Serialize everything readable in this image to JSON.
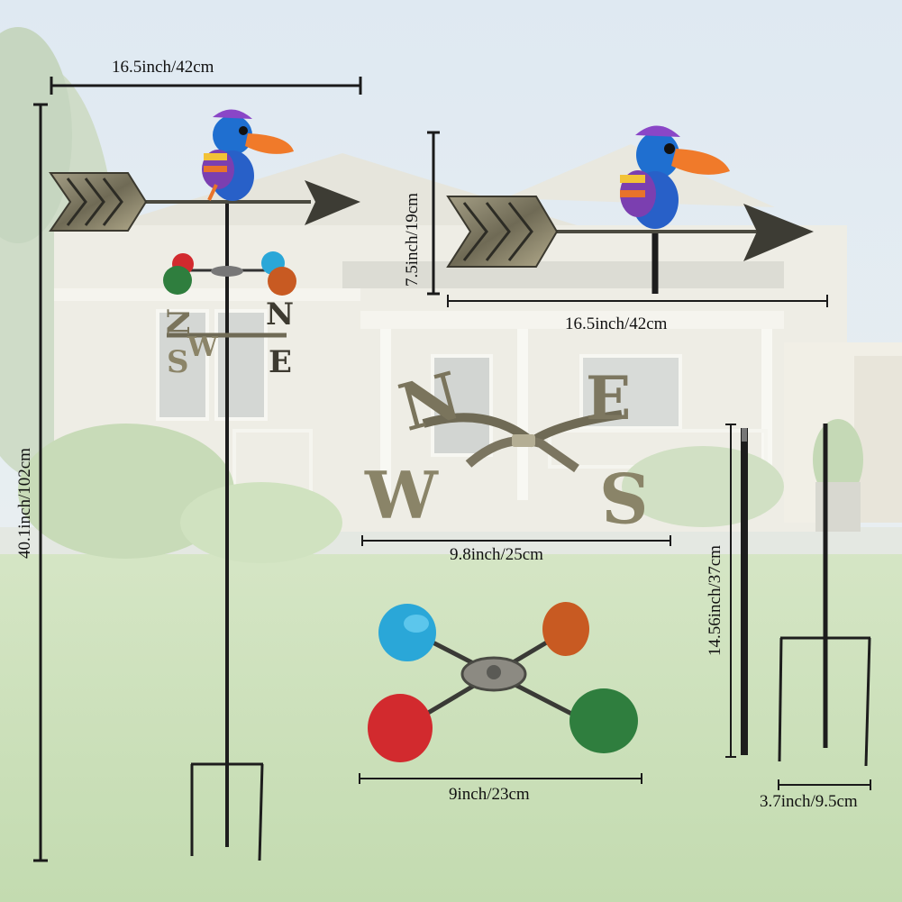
{
  "dimensions": {
    "main_width": "16.5inch/42cm",
    "main_height": "40.1inch/102cm",
    "vane_height": "7.5inch/19cm",
    "vane_width": "16.5inch/42cm",
    "compass_width": "9.8inch/25cm",
    "cups_width": "9inch/23cm",
    "rod_height": "14.56inch/37cm",
    "stake_width": "3.7inch/9.5cm"
  },
  "compass_letters": [
    "N",
    "E",
    "S",
    "W"
  ],
  "colors": {
    "sky": "#dde8f1",
    "lawn": "#cfe3bd",
    "house": "#efeee6",
    "metal": "#8c8670",
    "cup_blue": "#2aa7d8",
    "cup_orange": "#c85a22",
    "cup_red": "#d22a2e",
    "cup_green": "#2f7e3e",
    "bird_blue": "#1f6fd0",
    "bird_purple": "#7b3fb0",
    "bird_beak": "#f07a2a"
  }
}
